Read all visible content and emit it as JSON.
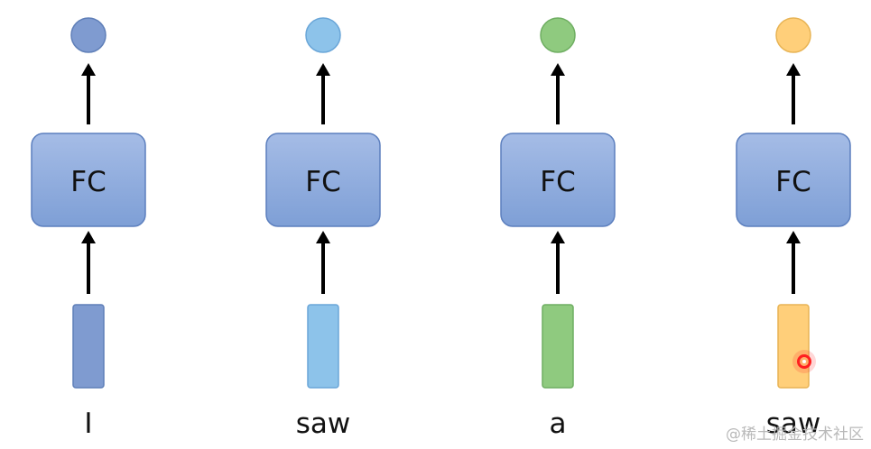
{
  "columns": [
    {
      "word": "I",
      "fc_label": "FC",
      "color": "#7f9bd0",
      "stroke": "#5f7fb8",
      "light": "#8aa6d8"
    },
    {
      "word": "saw",
      "fc_label": "FC",
      "color": "#8dc3ea",
      "stroke": "#6aa6d8",
      "light": "#9ccdee"
    },
    {
      "word": "a",
      "fc_label": "FC",
      "color": "#8fca7f",
      "stroke": "#6fae62",
      "light": "#9fd48f"
    },
    {
      "word": "saw",
      "fc_label": "FC",
      "color": "#ffcf7a",
      "stroke": "#e8b455",
      "light": "#ffd98f"
    }
  ],
  "fc_box": {
    "fill_top": "#a5bce6",
    "fill_bottom": "#7e9fd6",
    "stroke": "#5c7fbe"
  },
  "pointer_marker": {
    "color": "#ff2020"
  },
  "watermark": "@稀土掘金技术社区"
}
